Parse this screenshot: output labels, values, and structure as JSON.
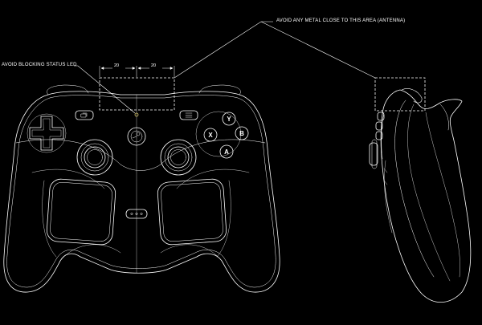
{
  "annotations": {
    "antenna": "AVOID ANY METAL CLOSE TO THIS AREA (ANTENNA)",
    "status_led": "AVOID BLOCKING STATUS LED"
  },
  "dimensions": {
    "left": "20",
    "right": "20"
  },
  "buttons": {
    "y": "Y",
    "x": "X",
    "b": "B",
    "a": "A"
  },
  "colors": {
    "background": "#000000",
    "line": "#ffffff"
  },
  "icons": [
    "steam-logo-icon",
    "status-led-icon",
    "view-button-icon",
    "menu-button-icon",
    "dpad-icon"
  ]
}
